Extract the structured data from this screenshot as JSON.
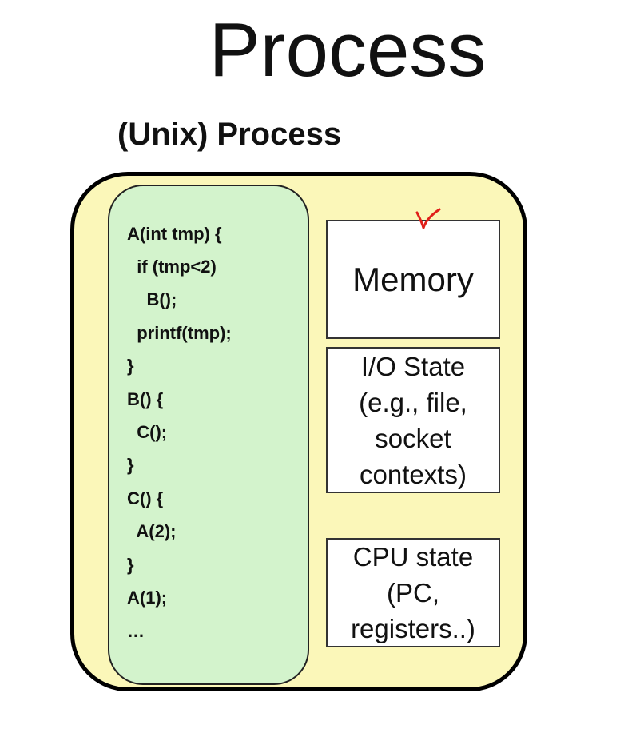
{
  "slide": {
    "title": "Process",
    "subtitle": "(Unix) Process"
  },
  "code": {
    "lines": [
      "A(int tmp) {",
      "  if (tmp<2)",
      "    B();",
      "  printf(tmp);",
      "}",
      "B() {",
      "  C();",
      "}",
      "C() {",
      "  A(2);",
      "}",
      "A(1);",
      "…"
    ]
  },
  "boxes": {
    "memory": "Memory",
    "io_state": "I/O State\n(e.g., file,\nsocket\ncontexts)",
    "cpu_state": "CPU state\n(PC,\nregisters..)"
  },
  "annotation": {
    "mark": "check-mark",
    "color": "#e0201a"
  },
  "colors": {
    "process_fill": "#fbf7b9",
    "code_fill": "#d3f3cc"
  }
}
